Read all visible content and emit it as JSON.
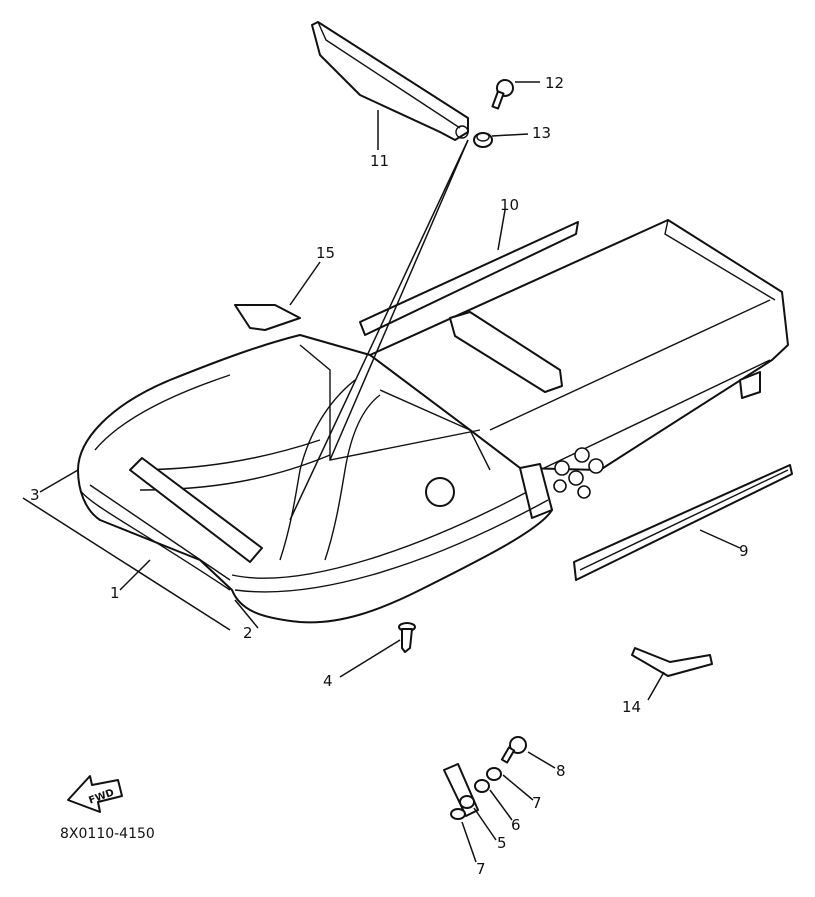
{
  "diagram": {
    "drawing_code": "8X0110-4150",
    "fwd_label": "FWD",
    "callouts": {
      "c1": "1",
      "c2": "2",
      "c3": "3",
      "c4": "4",
      "c5": "5",
      "c6": "6",
      "c7a": "7",
      "c7b": "7",
      "c8": "8",
      "c9": "9",
      "c10": "10",
      "c11": "11",
      "c12": "12",
      "c13": "13",
      "c14": "14",
      "c15": "15"
    }
  }
}
